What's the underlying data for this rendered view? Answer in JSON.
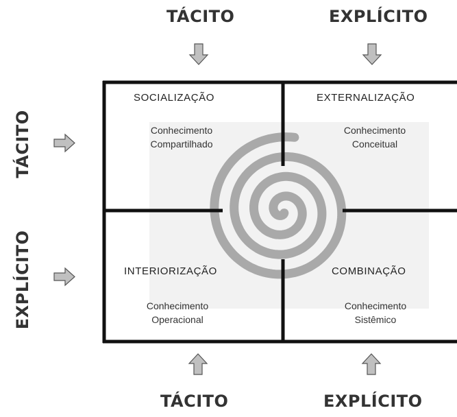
{
  "top_labels": {
    "left": "TÁCITO",
    "right": "EXPLÍCITO"
  },
  "bottom_labels": {
    "left": "TÁCITO",
    "right": "EXPLÍCITO"
  },
  "side_labels": {
    "top": "TÁCITO",
    "bottom": "EXPLÍCITO"
  },
  "quadrants": {
    "top_left": {
      "title": "SOCIALIZAÇÃO",
      "line1": "Conhecimento",
      "line2": "Compartilhado"
    },
    "top_right": {
      "title": "EXTERNALIZAÇÃO",
      "line1": "Conhecimento",
      "line2": "Conceitual"
    },
    "bottom_left": {
      "title": "INTERIORIZAÇÃO",
      "line1": "Conhecimento",
      "line2": "Operacional"
    },
    "bottom_right": {
      "title": "COMBINAÇÃO",
      "line1": "Conhecimento",
      "line2": "Sistêmico"
    }
  },
  "colors": {
    "grid": "#111111",
    "spiral": "#a9a9a9",
    "arrow_fill": "#c0c0c0",
    "background_square": "#f2f2f2"
  }
}
